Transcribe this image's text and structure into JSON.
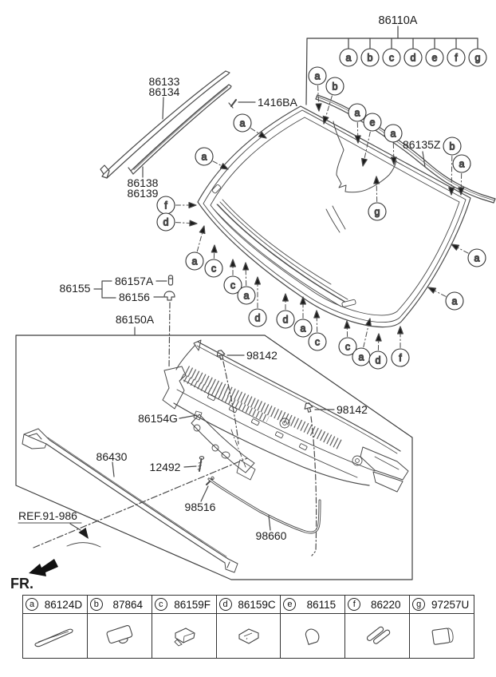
{
  "page": {
    "bg": "#ffffff",
    "line_color": "#4a4a4a",
    "text_color": "#1c1c1c"
  },
  "fr_label": "FR.",
  "group": {
    "label": "86110A",
    "letters": [
      "a",
      "b",
      "c",
      "d",
      "e",
      "f",
      "g"
    ]
  },
  "parts": {
    "molding_upper_1": "86133",
    "molding_upper_2": "86134",
    "molding_lower_1": "86138",
    "molding_lower_2": "86139",
    "screw_top": "1416BA",
    "molding_top": "86135Z",
    "fastener_group": "86155",
    "fastener_screw": "86157A",
    "fastener_clip": "86156",
    "cowl_assy": "86150A",
    "clip_left": "98142",
    "clip_right": "98142",
    "side_cover": "86154G",
    "screw_cowl": "12492",
    "weatherstrip": "86430",
    "pin": "98516",
    "ref_note": "REF.91-986",
    "hose": "98660"
  },
  "callouts": [
    "a",
    "b",
    "a",
    "e",
    "a",
    "b",
    "a",
    "g",
    "a",
    "a",
    "f",
    "d",
    "a",
    "c",
    "c",
    "a",
    "d",
    "d",
    "a",
    "c",
    "c",
    "a",
    "d",
    "f",
    "a",
    "a"
  ],
  "legend": {
    "columns": [
      {
        "letter": "a",
        "part": "86124D"
      },
      {
        "letter": "b",
        "part": "87864"
      },
      {
        "letter": "c",
        "part": "86159F"
      },
      {
        "letter": "d",
        "part": "86159C"
      },
      {
        "letter": "e",
        "part": "86115"
      },
      {
        "letter": "f",
        "part": "86220"
      },
      {
        "letter": "g",
        "part": "97257U"
      }
    ]
  }
}
